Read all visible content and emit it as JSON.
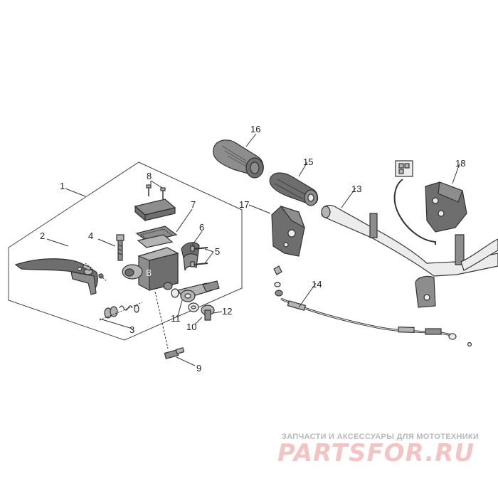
{
  "callouts": [
    {
      "id": "1",
      "label": "1"
    },
    {
      "id": "2",
      "label": "2"
    },
    {
      "id": "3",
      "label": "3"
    },
    {
      "id": "4",
      "label": "4"
    },
    {
      "id": "5",
      "label": "5"
    },
    {
      "id": "6",
      "label": "6"
    },
    {
      "id": "7",
      "label": "7"
    },
    {
      "id": "8",
      "label": "8"
    },
    {
      "id": "9",
      "label": "9"
    },
    {
      "id": "10",
      "label": "10"
    },
    {
      "id": "11",
      "label": "11"
    },
    {
      "id": "12",
      "label": "12"
    },
    {
      "id": "13",
      "label": "13"
    },
    {
      "id": "14",
      "label": "14"
    },
    {
      "id": "15",
      "label": "15"
    },
    {
      "id": "16",
      "label": "16"
    },
    {
      "id": "17",
      "label": "17"
    },
    {
      "id": "18",
      "label": "18"
    }
  ],
  "watermark": {
    "tagline": "ЗАПЧАСТИ И АКСЕССУАРЫ ДЛЯ МОТОТЕХНИКИ",
    "logo": "PARTSFOR.RU"
  },
  "colors": {
    "line": "#333333",
    "part_dark": "#6e6e6e",
    "part_light": "#b4b4b4",
    "watermark_logo": "#f3c4c4"
  }
}
